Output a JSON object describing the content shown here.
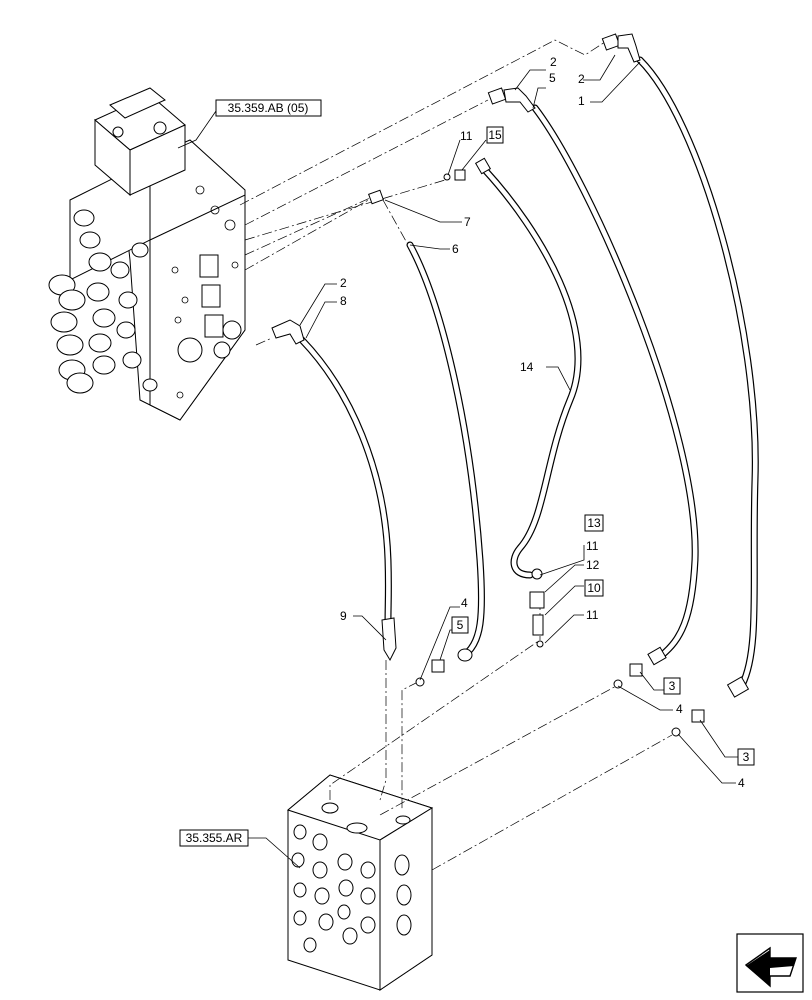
{
  "diagram": {
    "references": {
      "valve_ref": "35.359.AB (05)",
      "block_ref": "35.355.AR"
    },
    "callouts": [
      {
        "id": "c2a",
        "text": "2"
      },
      {
        "id": "c2b",
        "text": "2"
      },
      {
        "id": "c1",
        "text": "1"
      },
      {
        "id": "c5",
        "text": "5"
      },
      {
        "id": "c11a",
        "text": "11"
      },
      {
        "id": "c15",
        "text": "15",
        "boxed": true
      },
      {
        "id": "c7",
        "text": "7"
      },
      {
        "id": "c6",
        "text": "6"
      },
      {
        "id": "c2c",
        "text": "2"
      },
      {
        "id": "c8",
        "text": "8"
      },
      {
        "id": "c14",
        "text": "14"
      },
      {
        "id": "c13",
        "text": "13",
        "boxed": true
      },
      {
        "id": "c11b",
        "text": "11"
      },
      {
        "id": "c12",
        "text": "12"
      },
      {
        "id": "c10",
        "text": "10",
        "boxed": true
      },
      {
        "id": "c11c",
        "text": "11"
      },
      {
        "id": "c9",
        "text": "9"
      },
      {
        "id": "c4a",
        "text": "4"
      },
      {
        "id": "c5b",
        "text": "5",
        "boxed": true
      },
      {
        "id": "c3a",
        "text": "3",
        "boxed": true
      },
      {
        "id": "c4b",
        "text": "4"
      },
      {
        "id": "c3b",
        "text": "3",
        "boxed": true
      },
      {
        "id": "c4c",
        "text": "4"
      }
    ],
    "nav_icon": "arrow-icon"
  }
}
